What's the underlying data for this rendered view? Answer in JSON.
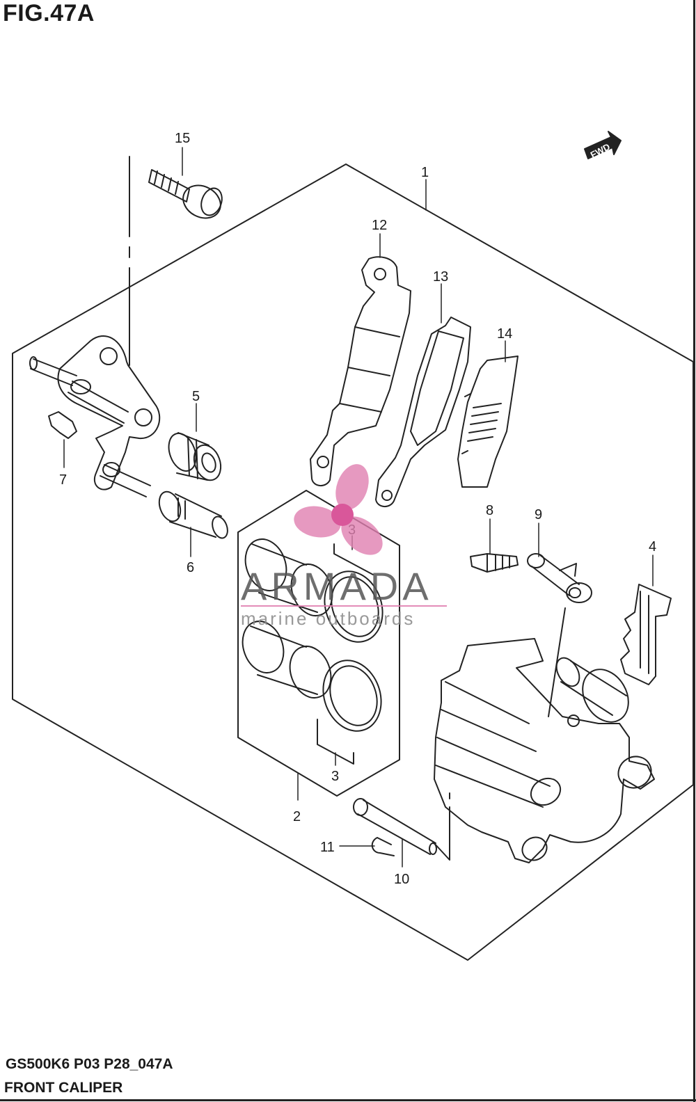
{
  "figure": {
    "title": "FIG.47A"
  },
  "footer": {
    "model_code": "GS500K6 P03 P28_047A",
    "section_name": "FRONT CALIPER"
  },
  "direction_badge": {
    "text": "FWD"
  },
  "watermark": {
    "brand": "ARMADA",
    "tagline": "marine outboards",
    "accent_color": "#e07fb0"
  },
  "part_labels": [
    "1",
    "2",
    "3",
    "3",
    "4",
    "5",
    "6",
    "7",
    "8",
    "9",
    "10",
    "11",
    "12",
    "13",
    "14",
    "15"
  ],
  "colors": {
    "line": "#222222",
    "background": "#ffffff"
  }
}
